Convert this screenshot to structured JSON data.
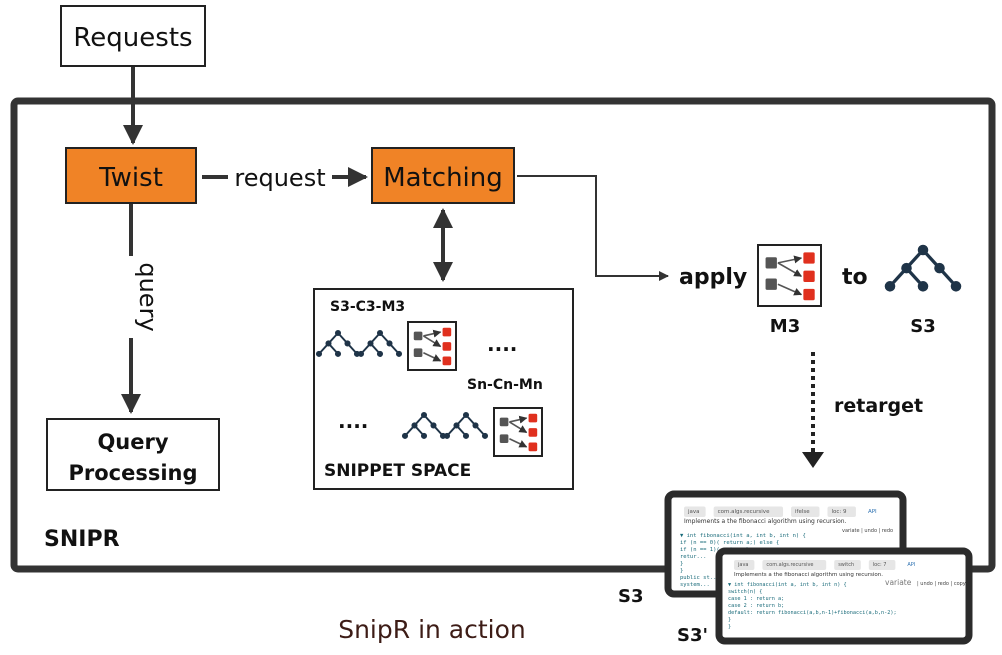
{
  "nodes": {
    "requests": "Requests",
    "twist": "Twist",
    "matching": "Matching",
    "query_processing_line1": "Query",
    "query_processing_line2": "Processing"
  },
  "edges": {
    "request": "request",
    "query": "query",
    "apply": "apply",
    "to": "to",
    "retarget": "retarget"
  },
  "snippet_space": {
    "title": "SNIPPET SPACE",
    "first_label": "S3-C3-M3",
    "last_label": "Sn-Cn-Mn",
    "ellipsis_right": "....",
    "ellipsis_left": "...."
  },
  "apply_section": {
    "matcher_label": "M3",
    "tree_label": "S3"
  },
  "container_label": "SNIPR",
  "caption": "SnipR in action",
  "screenshots": {
    "s3_label": "S3",
    "s3prime_label": "S3'",
    "back": {
      "tags": [
        "java",
        "com.algs.recursive",
        "ifelse",
        "loc: 9",
        "API"
      ],
      "description": "Implements a the fibonacci algorithm using recursion.",
      "actions": "variate | undo | redo",
      "code": [
        "▼ int fibonacci(int a, int b, int n) {",
        "      if (n == 0)( return a;) else {",
        "        if (n == 1)( return b;",
        "        retur...",
        "    }",
        "  }",
        "  public st...",
        "    system..."
      ]
    },
    "front": {
      "tags": [
        "java",
        "com.algs.recursive",
        "switch",
        "loc: 7",
        "API"
      ],
      "description": "Implements a the fibonacci algorithm using recursion.",
      "actions_big": "variate",
      "actions": "| undo | redo | copy",
      "code": [
        "▼ int fibonacci(int a, int b, int n) {",
        "      switch(n) {",
        "        case 1 : return a;",
        "        case 2 : return b;",
        "        default: return fibonacci(a,b,n-1)+fibonacci(a,b,n-2);",
        "      }",
        "  }"
      ]
    }
  },
  "colors": {
    "accent": "#f08326",
    "stroke": "#333333",
    "node_dark": "#1f3448",
    "matcher_red": "#e0301e",
    "matcher_grey": "#555555"
  }
}
